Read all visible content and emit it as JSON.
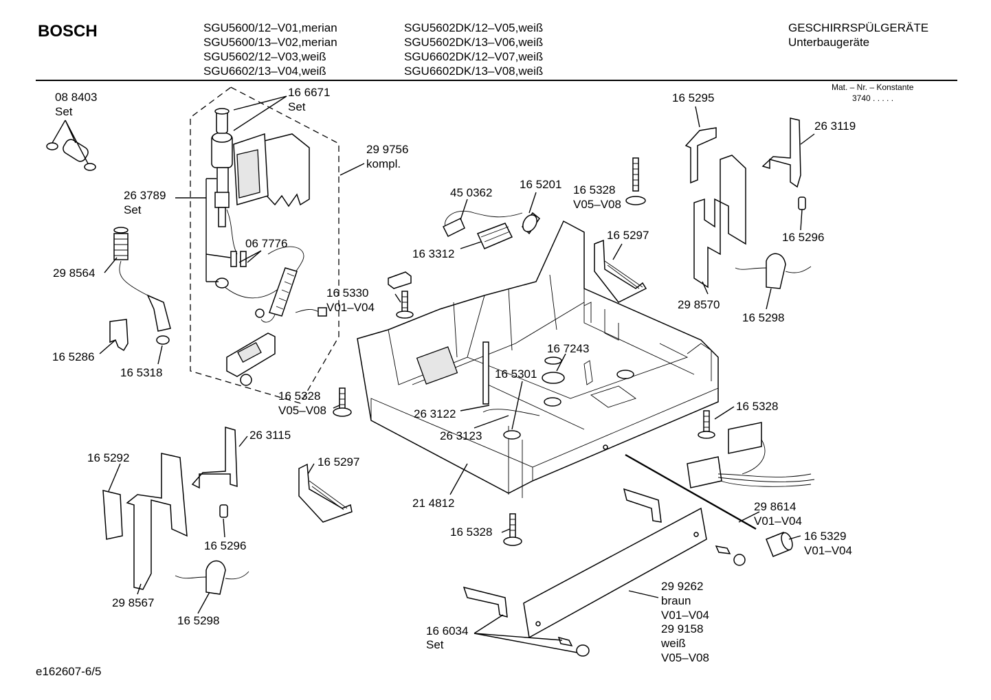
{
  "header": {
    "brand": "BOSCH",
    "models_col1": [
      "SGU5600/12–V01,merian",
      "SGU5600/13–V02,merian",
      "SGU5602/12–V03,weiß",
      "SGU6602/13–V04,weiß"
    ],
    "models_col2": [
      "SGU5602DK/12–V05,weiß",
      "SGU5602DK/13–V06,weiß",
      "SGU6602DK/12–V07,weiß",
      "SGU6602DK/13–V08,weiß"
    ],
    "category": "GESCHIRRSPÜLGERÄTE",
    "subcategory": "Unterbaugeräte",
    "mat_label": "Mat. – Nr. – Konstante",
    "mat_value": "3740  .  .  .  .  ."
  },
  "labels": {
    "p088403": "08 8403",
    "p088403_set": "Set",
    "p166671": "16 6671",
    "p166671_set": "Set",
    "p299756": "29 9756",
    "p299756_sub": "kompl.",
    "p263789": "26 3789",
    "p263789_set": "Set",
    "p067776": "06 7776",
    "p298564": "29 8564",
    "p165286": "16 5286",
    "p165318": "16 5318",
    "p450362": "45 0362",
    "p165201": "16 5201",
    "p165328_top": "16 5328",
    "v05v08_top": "V05–V08",
    "p163312": "16 3312",
    "p165297_top": "16 5297",
    "p165330": "16 5330",
    "v01v04_a": "V01–V04",
    "p165295": "16 5295",
    "p263119": "26 3119",
    "p165296_r": "16 5296",
    "p298570": "29 8570",
    "p165298_r": "16 5298",
    "p167243": "16 7243",
    "p165301": "16 5301",
    "p165328_left": "16 5328",
    "v05v08_left": "V05–V08",
    "p263122": "26 3122",
    "p263123": "26 3123",
    "p165328_right": "16 5328",
    "p263115": "26 3115",
    "p165292": "16 5292",
    "p165297_bot": "16 5297",
    "p165296_l": "16 5296",
    "p214812": "21 4812",
    "p298614": "29 8614",
    "v01v04_b": "V01–V04",
    "p165329": "16 5329",
    "v01v04_c": "V01–V04",
    "p165328_bot": "16 5328",
    "p298567": "29 8567",
    "p165298_l": "16 5298",
    "p299262": "29 9262",
    "braun": "braun",
    "v01v04_d": "V01–V04",
    "p299158": "29 9158",
    "weiss": "weiß",
    "v05v08_bot": "V05–V08",
    "p166034": "16 6034",
    "p166034_set": "Set"
  },
  "footer": {
    "drawing_id": "e162607-6/5"
  }
}
